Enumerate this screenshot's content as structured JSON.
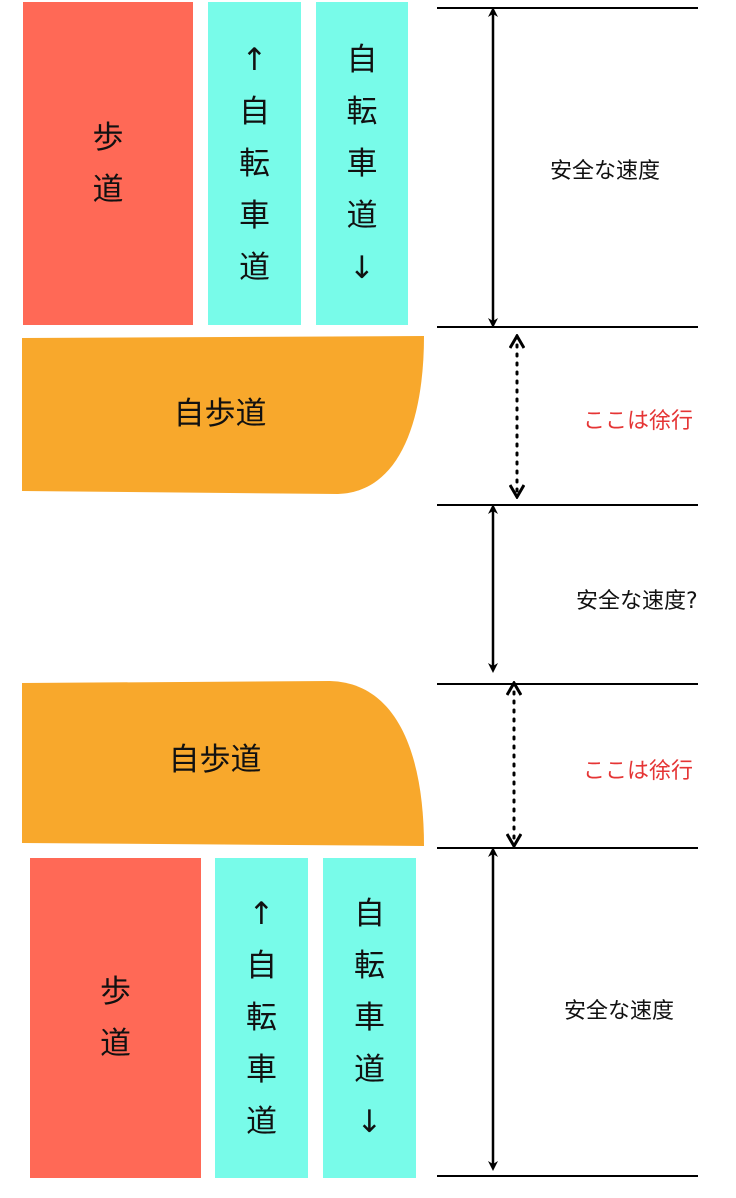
{
  "top": {
    "sidewalk": [
      "歩",
      "道"
    ],
    "bike_up": [
      "↑",
      "自",
      "転",
      "車",
      "道"
    ],
    "bike_down": [
      "自",
      "転",
      "車",
      "道",
      "↓"
    ]
  },
  "crossing1": {
    "label": "自歩道"
  },
  "crossing2": {
    "label": "自歩道"
  },
  "bottom": {
    "sidewalk": [
      "歩",
      "道"
    ],
    "bike_up": [
      "↑",
      "自",
      "転",
      "車",
      "道"
    ],
    "bike_down": [
      "自",
      "転",
      "車",
      "道",
      "↓"
    ]
  },
  "side": {
    "speed1": "安全な速度",
    "slow1": "ここは徐行",
    "speed2": "安全な速度?",
    "slow2": "ここは徐行",
    "speed3": "安全な速度"
  },
  "colors": {
    "sidewalk": "#ff6956",
    "bike_lane": "#78fbe9",
    "crossing": "#f8a82c",
    "warning_text": "#e53535"
  }
}
